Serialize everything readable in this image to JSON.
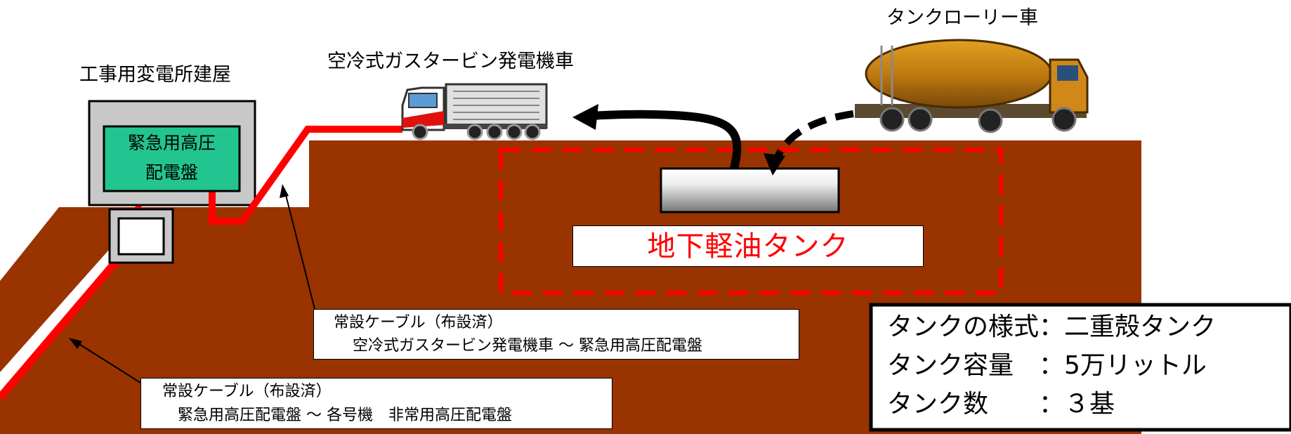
{
  "labels": {
    "substation_building": "工事用変電所建屋",
    "generator_truck": "空冷式ガスタービン発電機車",
    "tank_lorry": "タンクローリー車",
    "panel_line1": "緊急用高圧",
    "panel_line2": "配電盤",
    "tank_name": "地下軽油タンク"
  },
  "callouts": {
    "cable_upper": {
      "title": "常設ケーブル（布設済）",
      "route": "空冷式ガスタービン発電機車 ～ 緊急用高圧配電盤"
    },
    "cable_lower": {
      "title": "常設ケーブル（布設済）",
      "route": "緊急用高圧配電盤 ～ 各号機　非常用高圧配電盤"
    }
  },
  "spec": {
    "type_row": "タンクの様式：二重殻タンク",
    "capacity_row": "タンク容量　：5万リットル",
    "count_row": "タンク数　　：３基"
  },
  "colors": {
    "ground": "#993300",
    "cable": "#ff0000",
    "panel": "#22c590",
    "building": "#c8c8c8",
    "tank_border_dashed": "#ff0000",
    "tank_label": "#ff0000"
  }
}
